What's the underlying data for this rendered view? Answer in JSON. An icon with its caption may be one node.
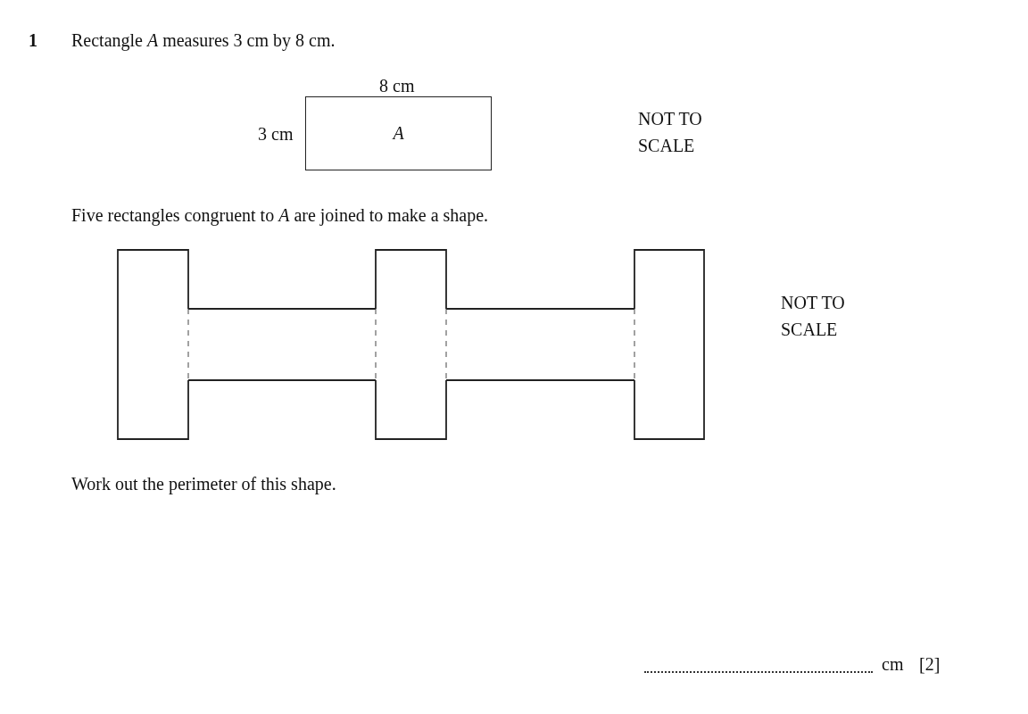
{
  "diagram": {
    "nodes": [
      {
        "text": [
          "*A*"
        ]
      },
      {
        "text": [],
        "shape": "box"
      },
      {
        "text": [],
        "shape": "box"
      },
      {
        "text": [],
        "shape": "box"
      },
      {
        "text": [],
        "shape": "box"
      },
      {
        "text": [],
        "shape": "box"
      }
    ],
    "edges": [],
    "labels": [
      "1",
      "Rectangle *A* measures 3 cm by 8 cm.",
      "8 cm",
      "3 cm",
      "NOT TO SCALE",
      "Five rectangles congruent to *A* are joined to make a shape.",
      "NOT TO SCALE",
      "Work out the perimeter of this shape.",
      "cm",
      "[2]"
    ]
  }
}
